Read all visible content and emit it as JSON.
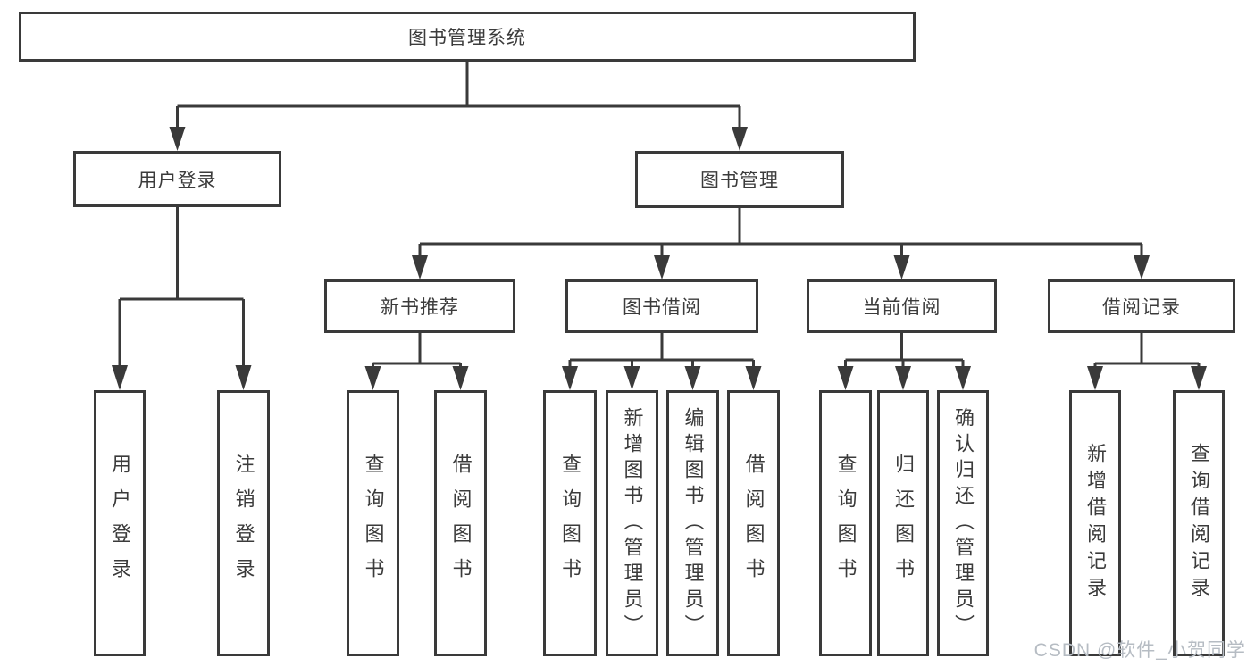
{
  "diagram": {
    "root": {
      "label": "图书管理系统"
    },
    "user": {
      "label": "用户登录",
      "children": [
        {
          "label": "用户登录"
        },
        {
          "label": "注销登录"
        }
      ]
    },
    "book": {
      "label": "图书管理",
      "groups": [
        {
          "label": "新书推荐",
          "children": [
            {
              "label": "查询图书"
            },
            {
              "label": "借阅图书"
            }
          ]
        },
        {
          "label": "图书借阅",
          "children": [
            {
              "label": "查询图书"
            },
            {
              "label": "新增图书（管理员）"
            },
            {
              "label": "编辑图书（管理员）"
            },
            {
              "label": "借阅图书"
            }
          ]
        },
        {
          "label": "当前借阅",
          "children": [
            {
              "label": "查询图书"
            },
            {
              "label": "归还图书"
            },
            {
              "label": "确认归还（管理员）"
            }
          ]
        },
        {
          "label": "借阅记录",
          "children": [
            {
              "label": "新增借阅记录"
            },
            {
              "label": "查询借阅记录"
            }
          ]
        }
      ]
    }
  },
  "watermark": {
    "text": "CSDN @软件_小贺同学"
  },
  "colors": {
    "line": "#3a3a3a",
    "text": "#3b3b3b",
    "background": "#ffffff",
    "watermark": "#b6bcc3"
  }
}
